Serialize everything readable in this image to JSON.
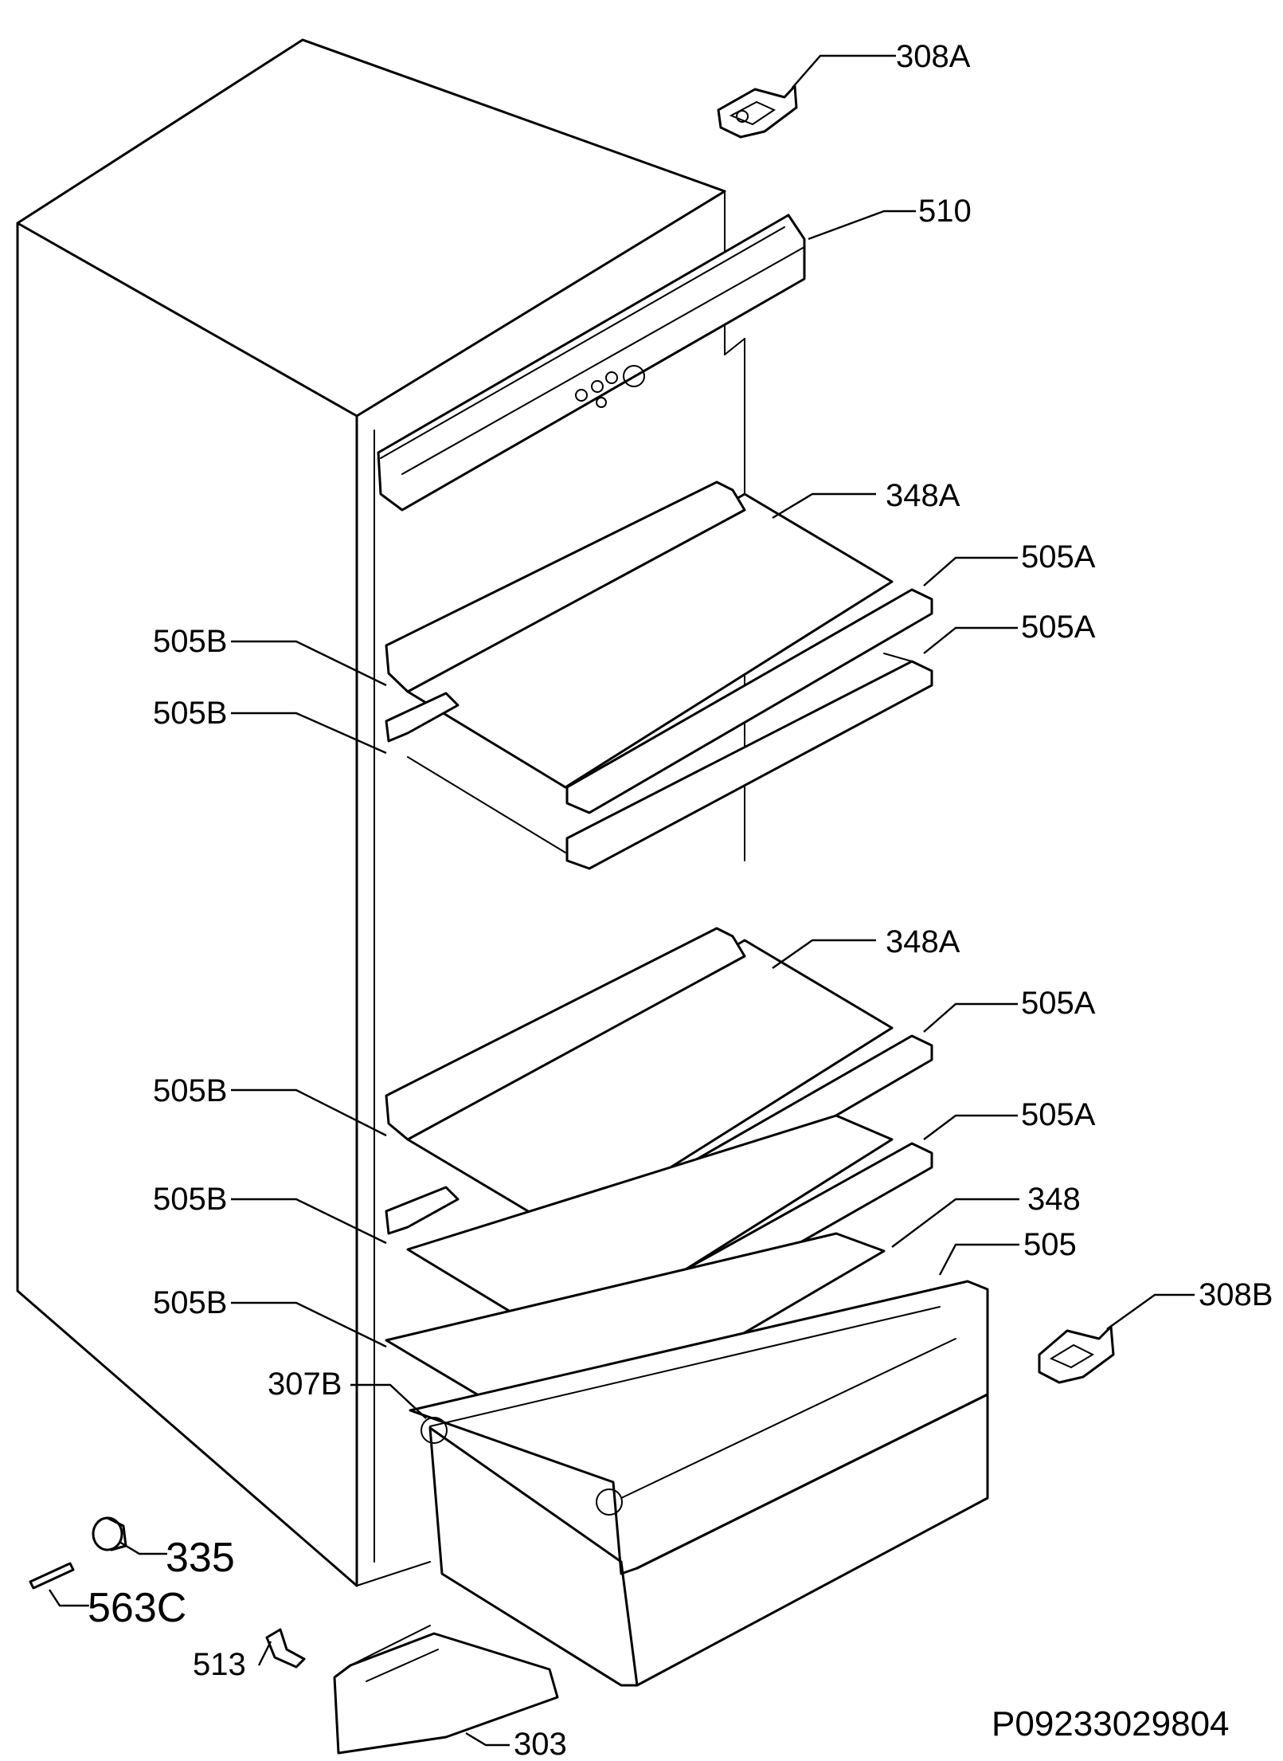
{
  "callouts": {
    "c308a": "308A",
    "c510": "510",
    "c348a_1": "348A",
    "c505a_1": "505A",
    "c505a_2": "505A",
    "c505b_1": "505B",
    "c505b_2": "505B",
    "c348a_2": "348A",
    "c505a_3": "505A",
    "c505a_4": "505A",
    "c505b_3": "505B",
    "c505b_4": "505B",
    "c348": "348",
    "c505": "505",
    "c505b_5": "505B",
    "c308b": "308B",
    "c307b": "307B",
    "c335": "335",
    "c563c": "563C",
    "c513": "513",
    "c303": "303"
  },
  "drawing_code": "P09233029804"
}
